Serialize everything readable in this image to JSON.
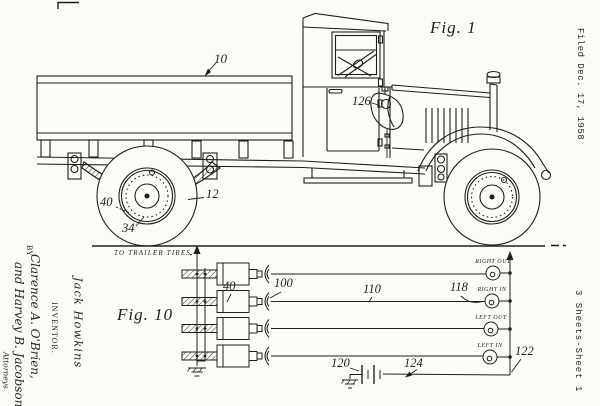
{
  "margins": {
    "filed": "Filed Dec. 17, 1958",
    "sheet_info": "3 Sheets-Sheet 1",
    "inventor_name": "Jack Howkins",
    "inventor_title": "INVENTOR.",
    "by_label": "BY",
    "signature_line1": "Clarence A. O'Brien,",
    "signature_line2": "and Harvey B. Jacobson,",
    "attorneys_label": "Attorneys"
  },
  "fig1": {
    "label": "Fig. 1",
    "ref_bed": "10",
    "ref_signal_device": "126",
    "ref_tire": "12",
    "ref_valve": "40",
    "ref_hub": "34"
  },
  "fig10": {
    "label": "Fig. 10",
    "note": "TO TRAILER TIRES",
    "ref_valve": "40",
    "ref_connector": "100",
    "ref_wire": "110",
    "ref_indicator": "118",
    "ref_battery": "120",
    "ref_ground_wire": "124",
    "ref_panel": "122",
    "terminals": [
      "RIGHT OUT",
      "RIGHT IN",
      "LEFT OUT",
      "LEFT IN"
    ]
  },
  "colors": {
    "ink": "#1f1f1f",
    "paper": "#fcfbf7"
  }
}
